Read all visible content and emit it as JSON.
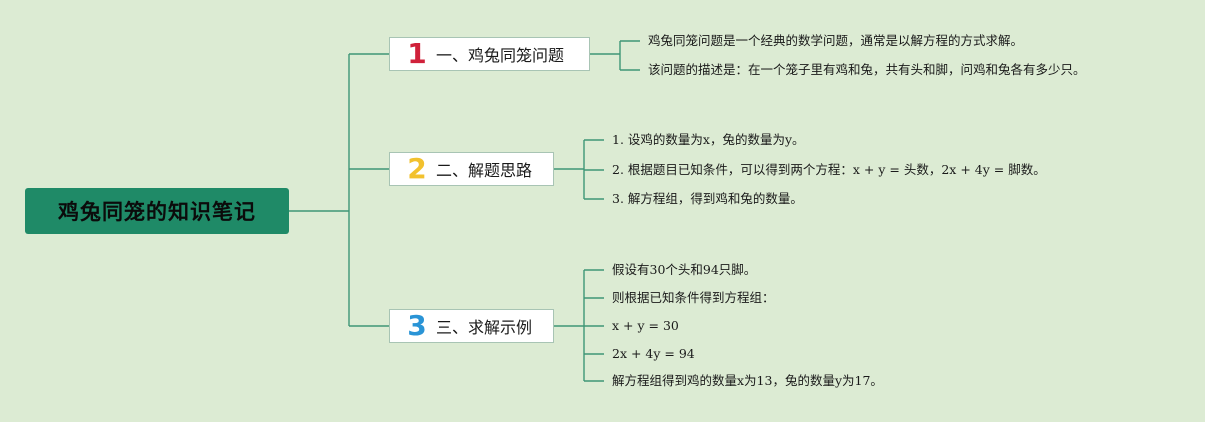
{
  "colors": {
    "background": "#dcebd3",
    "root_fill": "#1f8a67",
    "connector": "#3e9676",
    "num1": "#d0213a",
    "num2": "#f2c12e",
    "num3": "#2a94d6"
  },
  "root": {
    "label": "鸡兔同笼的知识笔记"
  },
  "branches": [
    {
      "num": "1",
      "title": "一、鸡兔同笼问题",
      "leaves": [
        "鸡兔同笼问题是一个经典的数学问题，通常是以解方程的方式求解。",
        "该问题的描述是：在一个笼子里有鸡和兔，共有头和脚，问鸡和兔各有多少只。"
      ]
    },
    {
      "num": "2",
      "title": "二、解题思路",
      "leaves": [
        "1. 设鸡的数量为x，兔的数量为y。",
        "2. 根据题目已知条件，可以得到两个方程：x + y = 头数，2x + 4y = 脚数。",
        "3. 解方程组，得到鸡和兔的数量。"
      ]
    },
    {
      "num": "3",
      "title": "三、求解示例",
      "leaves": [
        "假设有30个头和94只脚。",
        "则根据已知条件得到方程组：",
        "x + y = 30",
        "2x + 4y = 94",
        "解方程组得到鸡的数量x为13，兔的数量y为17。"
      ]
    }
  ]
}
